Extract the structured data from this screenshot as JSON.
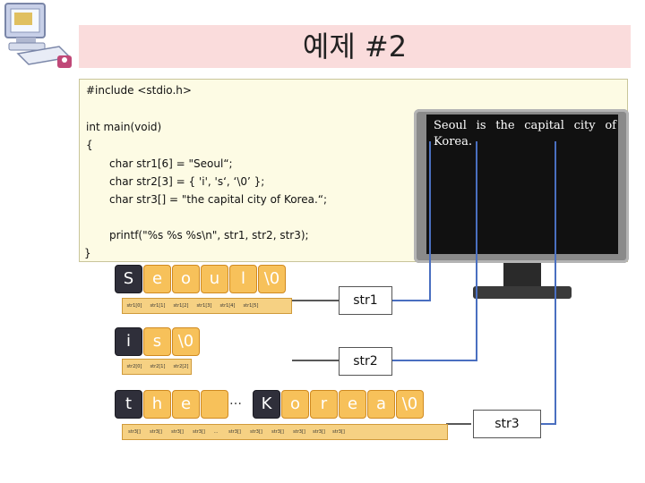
{
  "title": "예제 #2",
  "code": {
    "include": "#include <stdio.h>",
    "main": "int main(void)",
    "open": "{",
    "line1": "char str1[6] = \"Seoul“;",
    "line2": "char str2[3] = { 'i', 's‘, ‘\\0’ };",
    "line3": "char str3[] = \"the capital city of Korea.“;",
    "line4": "printf(\"%s %s %s\\n\", str1, str2, str3);",
    "close": "}"
  },
  "output": "Seoul is the capital city of Korea.",
  "arrays": {
    "str1": {
      "label": "str1",
      "chars": [
        "S",
        "e",
        "o",
        "u",
        "l",
        "\\0"
      ],
      "indices": [
        "str1[0]",
        "str1[1]",
        "str1[2]",
        "str1[3]",
        "str1[4]",
        "str1[5]"
      ]
    },
    "str2": {
      "label": "str2",
      "chars": [
        "i",
        "s",
        "\\0"
      ],
      "indices": [
        "str2[0]",
        "str2[1]",
        "str2[2]"
      ]
    },
    "str3": {
      "label": "str3",
      "chars": [
        "t",
        "h",
        "e",
        "",
        "K",
        "o",
        "r",
        "e",
        "a",
        "\\0"
      ],
      "ellipsis": "…",
      "index_ellipsis": "…",
      "indices": [
        "str3[]",
        "str3[]",
        "str3[]",
        "str3[]",
        "str3[]",
        "str3[]",
        "str3[]",
        "str3[]",
        "str3[]",
        "str3[]"
      ]
    }
  },
  "colors": {
    "title_bg": "#fadcdc",
    "cell": "#f7c15a",
    "code_bg": "#fdfbe4",
    "screen": "#111111"
  }
}
